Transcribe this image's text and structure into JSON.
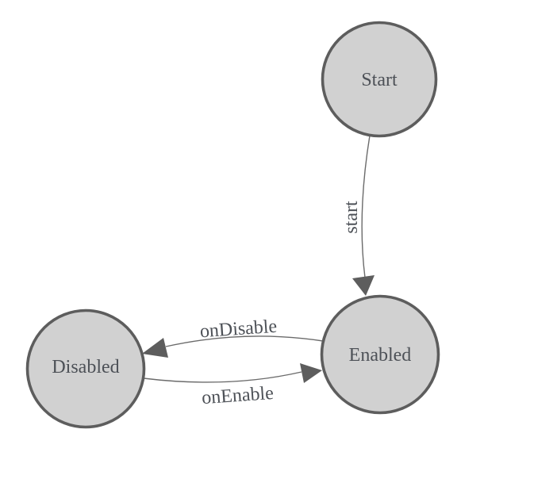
{
  "diagram": {
    "nodes": [
      {
        "label": "Start"
      },
      {
        "label": "Enabled"
      },
      {
        "label": "Disabled"
      }
    ],
    "edges": [
      {
        "from": "Start",
        "to": "Enabled",
        "label": "start"
      },
      {
        "from": "Enabled",
        "to": "Disabled",
        "label": "onDisable"
      },
      {
        "from": "Disabled",
        "to": "Enabled",
        "label": "onEnable"
      }
    ],
    "colors": {
      "background": "#ffffff",
      "node_fill": "#d1d1d1",
      "node_border": "#5d5d5d",
      "edge_line": "#6b6b6b",
      "arrowhead": "#5d5d5d",
      "label_text": "#4d5157"
    }
  }
}
